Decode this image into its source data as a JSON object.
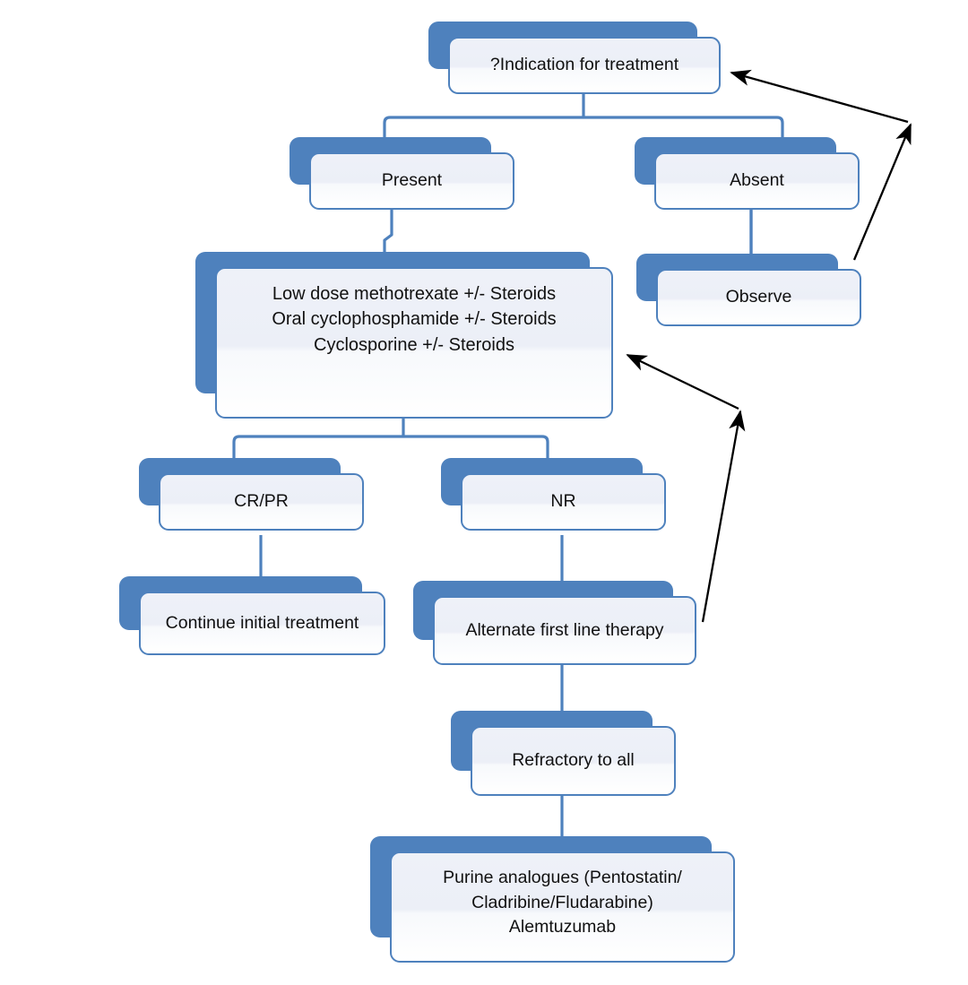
{
  "diagram": {
    "title": "Treatment algorithm flowchart",
    "colors": {
      "node_shadow": "#4E81BD",
      "node_border": "#4E81BD",
      "node_fill_top": "#eef1f8",
      "node_fill_bottom": "#ffffff",
      "connector": "#4E81BD",
      "arrow": "#000000",
      "text": "#111111",
      "background": "#ffffff"
    },
    "nodes": [
      {
        "id": "indication",
        "label": "?Indication for treatment"
      },
      {
        "id": "present",
        "label": "Present"
      },
      {
        "id": "absent",
        "label": "Absent"
      },
      {
        "id": "observe",
        "label": "Observe"
      },
      {
        "id": "firstline",
        "label": "Low dose methotrexate +/- Steroids\nOral cyclophosphamide +/- Steroids\nCyclosporine +/- Steroids"
      },
      {
        "id": "crpr",
        "label": "CR/PR"
      },
      {
        "id": "nr",
        "label": "NR"
      },
      {
        "id": "continue",
        "label": "Continue initial treatment"
      },
      {
        "id": "alternate",
        "label": "Alternate first line therapy"
      },
      {
        "id": "refractory",
        "label": "Refractory to all"
      },
      {
        "id": "salvage",
        "label": "Purine analogues (Pentostatin/\nCladribine/Fludarabine)\nAlemtuzumab"
      }
    ],
    "edges": [
      {
        "from": "indication",
        "to": "present",
        "style": "elbow"
      },
      {
        "from": "indication",
        "to": "absent",
        "style": "elbow"
      },
      {
        "from": "present",
        "to": "firstline",
        "style": "step"
      },
      {
        "from": "absent",
        "to": "observe",
        "style": "straight"
      },
      {
        "from": "firstline",
        "to": "crpr",
        "style": "elbow"
      },
      {
        "from": "firstline",
        "to": "nr",
        "style": "elbow"
      },
      {
        "from": "crpr",
        "to": "continue",
        "style": "straight"
      },
      {
        "from": "nr",
        "to": "alternate",
        "style": "straight"
      },
      {
        "from": "alternate",
        "to": "refractory",
        "style": "straight"
      },
      {
        "from": "refractory",
        "to": "salvage",
        "style": "straight"
      },
      {
        "from": "observe",
        "to": "indication",
        "style": "double-arrow-bent"
      },
      {
        "from": "alternate",
        "to": "firstline",
        "style": "double-arrow-bent"
      }
    ]
  }
}
